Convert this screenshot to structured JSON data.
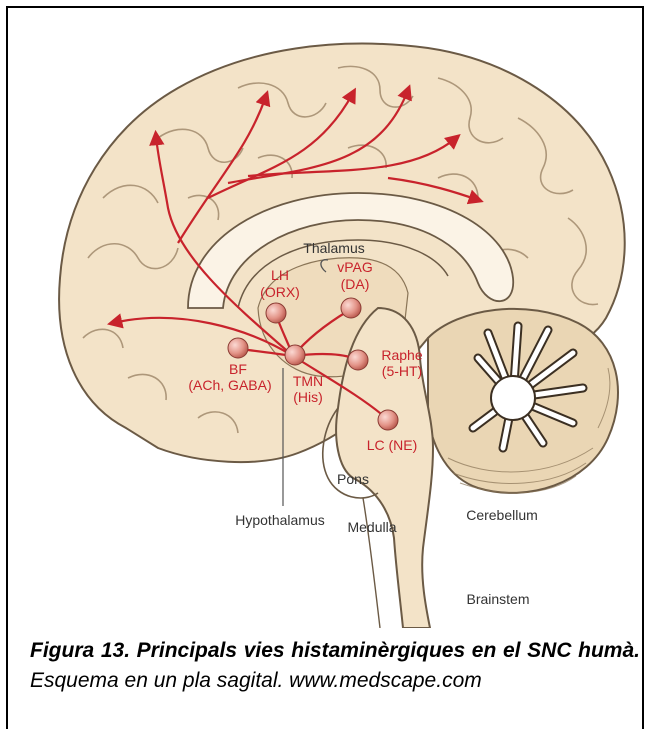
{
  "diagram": {
    "nuclei": [
      {
        "id": "lh",
        "name": "LH",
        "transmitter": "(ORX)"
      },
      {
        "id": "vpag",
        "name": "vPAG",
        "transmitter": "(DA)"
      },
      {
        "id": "bf",
        "name": "BF",
        "transmitter": "(ACh, GABA)"
      },
      {
        "id": "tmn",
        "name": "TMN",
        "transmitter": "(His)"
      },
      {
        "id": "raphe",
        "name": "Raphe",
        "transmitter": "(5-HT)"
      },
      {
        "id": "lc",
        "name": "LC (NE)",
        "transmitter": ""
      }
    ],
    "regions": {
      "thalamus": "Thalamus",
      "hypothalamus": "Hypothalamus",
      "pons": "Pons",
      "medulla": "Medulla",
      "cerebellum": "Cerebellum",
      "brainstem": "Brainstem"
    },
    "colors": {
      "brain_fill": "#f3e3c8",
      "brain_shade": "#e6d2b0",
      "outline": "#6b5a45",
      "pathway": "#c8232c",
      "nucleus": "#e79a90",
      "label": "#c8232c",
      "region_label": "#333333"
    }
  },
  "caption": {
    "bold": "Figura 13. Principals vies histaminèrgiques en el SNC humà.",
    "italic": " Esquema en un pla sagital. www.medscape.com"
  }
}
